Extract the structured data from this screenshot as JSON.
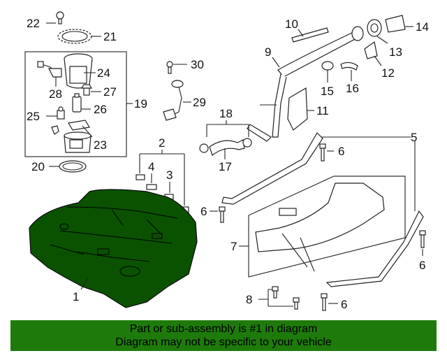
{
  "callouts": {
    "c1": "1",
    "c2": "2",
    "c3": "3",
    "c4": "4",
    "c5": "5",
    "c6a": "6",
    "c6b": "6",
    "c6c": "6",
    "c6d": "6",
    "c7": "7",
    "c8": "8",
    "c9": "9",
    "c10": "10",
    "c11": "11",
    "c12": "12",
    "c13": "13",
    "c14": "14",
    "c15": "15",
    "c16": "16",
    "c17": "17",
    "c18": "18",
    "c19": "19",
    "c20": "20",
    "c21": "21",
    "c22": "22",
    "c23": "23",
    "c24": "24",
    "c25": "25",
    "c26": "26",
    "c27": "27",
    "c28": "28",
    "c29": "29",
    "c30": "30"
  },
  "colors": {
    "highlight_part": "#0a5200",
    "footer_bg": "#1f7a0c"
  },
  "footer": {
    "line1": "Part or sub-assembly is #1 in diagram",
    "line2": "Diagram may not be specific to your vehicle"
  }
}
